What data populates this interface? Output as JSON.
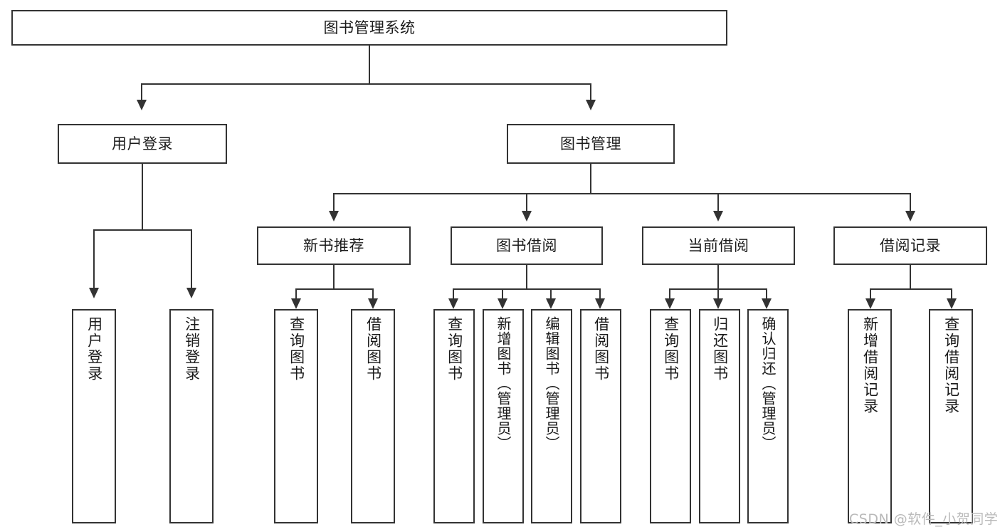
{
  "diagram": {
    "title": "图书管理系统",
    "type": "tree-hierarchy-diagram",
    "background_color": "#ffffff",
    "line_color": "#333333",
    "text_color": "#1a1a1a",
    "root": {
      "label": "图书管理系统"
    },
    "level2": [
      {
        "label": "用户登录"
      },
      {
        "label": "图书管理"
      }
    ],
    "level3": [
      {
        "label": "新书推荐"
      },
      {
        "label": "图书借阅"
      },
      {
        "label": "当前借阅"
      },
      {
        "label": "借阅记录"
      }
    ],
    "leaves": {
      "user_login": [
        {
          "label": "用户登录"
        },
        {
          "label": "注销登录"
        }
      ],
      "new_book_recommend": [
        {
          "label": "查询图书"
        },
        {
          "label": "借阅图书"
        }
      ],
      "book_borrow": [
        {
          "label": "查询图书"
        },
        {
          "label": "新增图书（管理员）"
        },
        {
          "label": "编辑图书（管理员）"
        },
        {
          "label": "借阅图书"
        }
      ],
      "current_borrow": [
        {
          "label": "查询图书"
        },
        {
          "label": "归还图书"
        },
        {
          "label": "确认归还（管理员）"
        }
      ],
      "borrow_record": [
        {
          "label": "新增借阅记录"
        },
        {
          "label": "查询借阅记录"
        }
      ]
    }
  },
  "watermark": {
    "text": "CSDN @软件_小贺同学",
    "color": "#b9b9b9"
  }
}
